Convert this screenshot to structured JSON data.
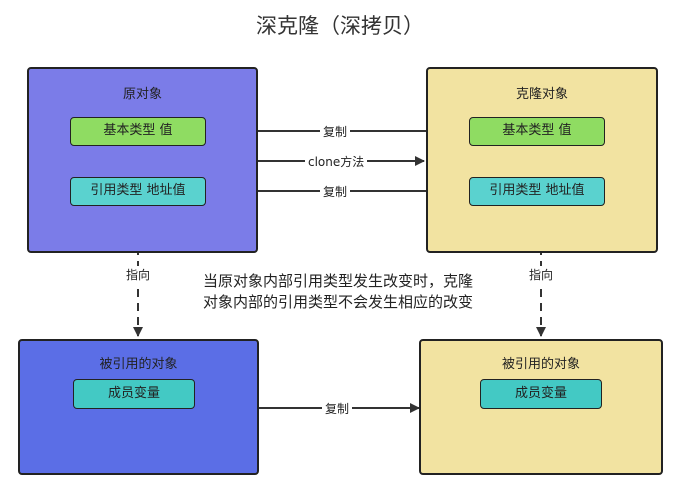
{
  "title": "深克隆（深拷贝）",
  "colors": {
    "original_box": "#7b7ce8",
    "clone_box": "#f2e3a1",
    "referenced_box_left": "#5b6ee6",
    "basic_chip": "#8fdc62",
    "ref_chip": "#5ad2cf",
    "member_chip": "#43c9c4",
    "line": "#333333"
  },
  "original": {
    "label": "原对象",
    "basic": "基本类型 值",
    "ref": "引用类型 地址值"
  },
  "clone": {
    "label": "克隆对象",
    "basic": "基本类型 值",
    "ref": "引用类型 地址值"
  },
  "referenced_left": {
    "label": "被引用的对象",
    "member": "成员变量"
  },
  "referenced_right": {
    "label": "被引用的对象",
    "member": "成员变量"
  },
  "edges": {
    "copy_basic": "复制",
    "clone_method": "clone方法",
    "copy_ref": "复制",
    "point_left": "指向",
    "point_right": "指向",
    "copy_object": "复制"
  },
  "note": "当原对象内部引用类型发生改变时，克隆对象内部的引用类型不会发生相应的改变"
}
